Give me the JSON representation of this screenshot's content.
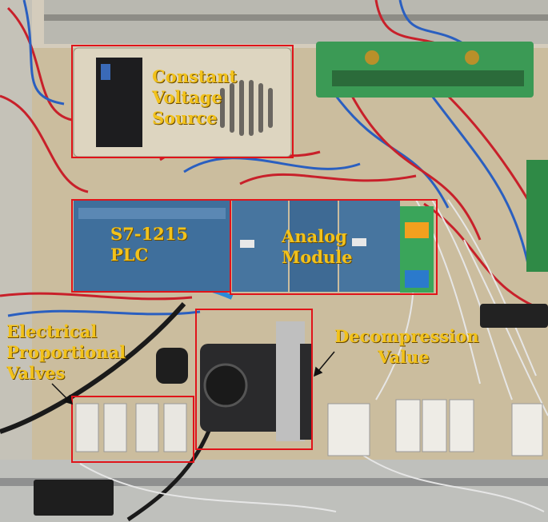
{
  "labels": {
    "constant_voltage_source": [
      "Constant",
      "Voltage",
      "Source"
    ],
    "plc": [
      "S7-1215",
      "PLC"
    ],
    "analog_module": [
      "Analog",
      "Module"
    ],
    "proportional_valves": [
      "Electrical",
      "Proportional",
      "Valves"
    ],
    "decompression_valve": [
      "Decompression",
      "Value"
    ]
  },
  "colors": {
    "annotation_box": "#e0141a",
    "label_text": "#f2c21b",
    "plc_blue": "#3f6f9c",
    "terminal_green": "#3aa55a",
    "panel_wood": "#cdbf9f"
  }
}
